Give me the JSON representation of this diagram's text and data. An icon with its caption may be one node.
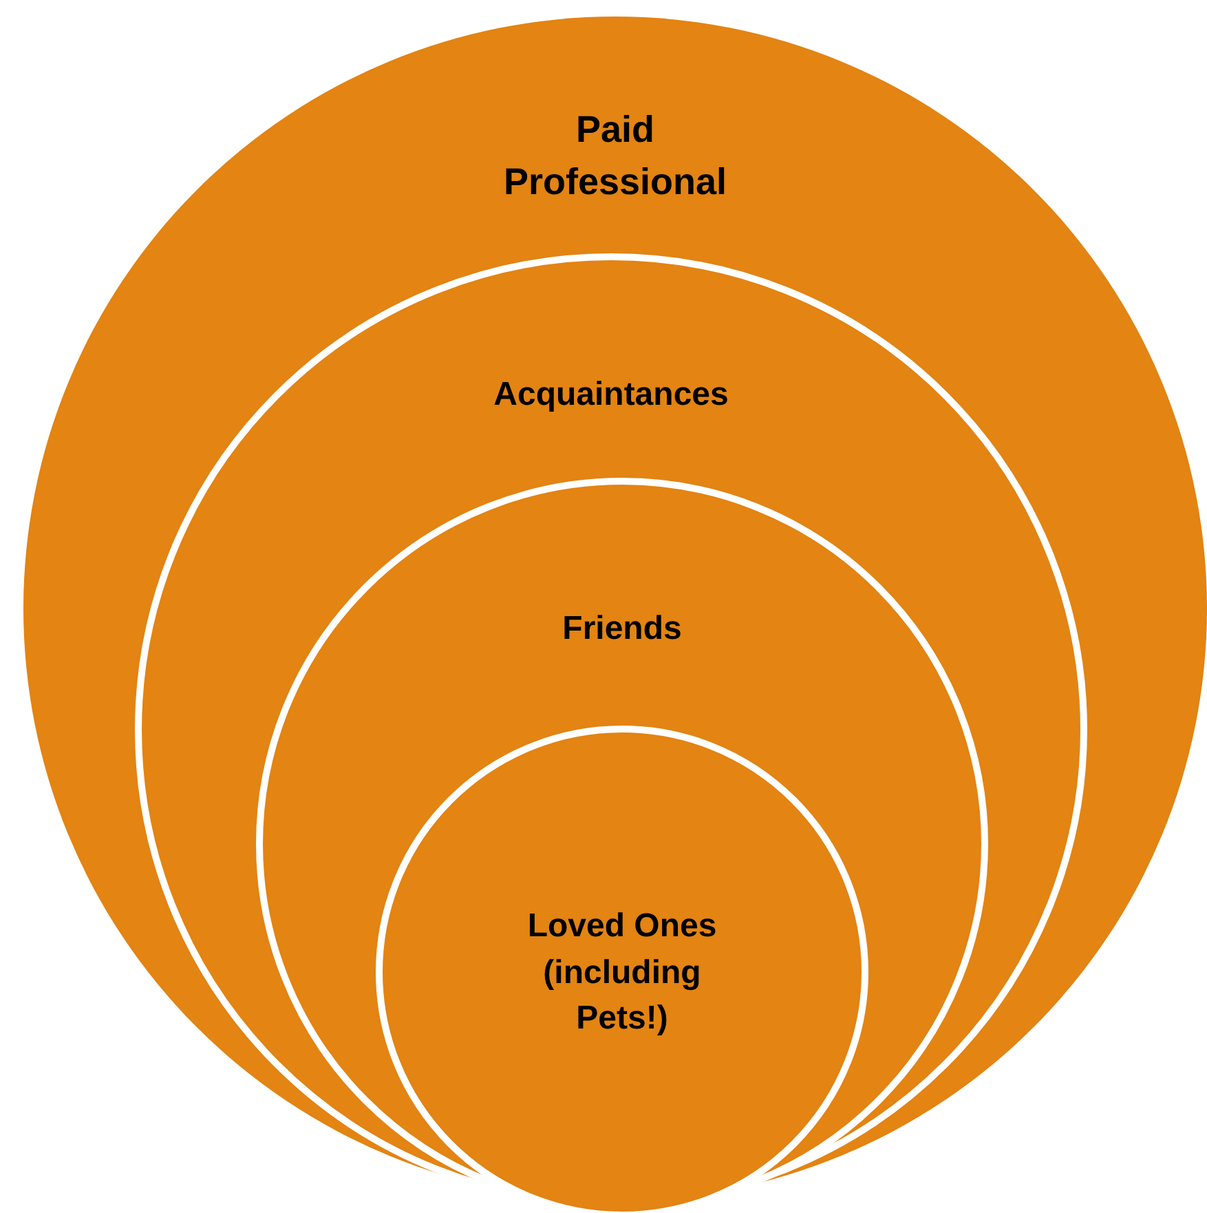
{
  "diagram": {
    "nodes": [
      {
        "text": [
          "Paid Professional"
        ]
      },
      {
        "text": [
          "Acquaintances"
        ],
        "in": 0
      },
      {
        "text": [
          "Friends"
        ],
        "in": 1
      },
      {
        "text": [
          "Loved Ones (including Pets!)"
        ],
        "in": 2
      }
    ],
    "edges": []
  }
}
